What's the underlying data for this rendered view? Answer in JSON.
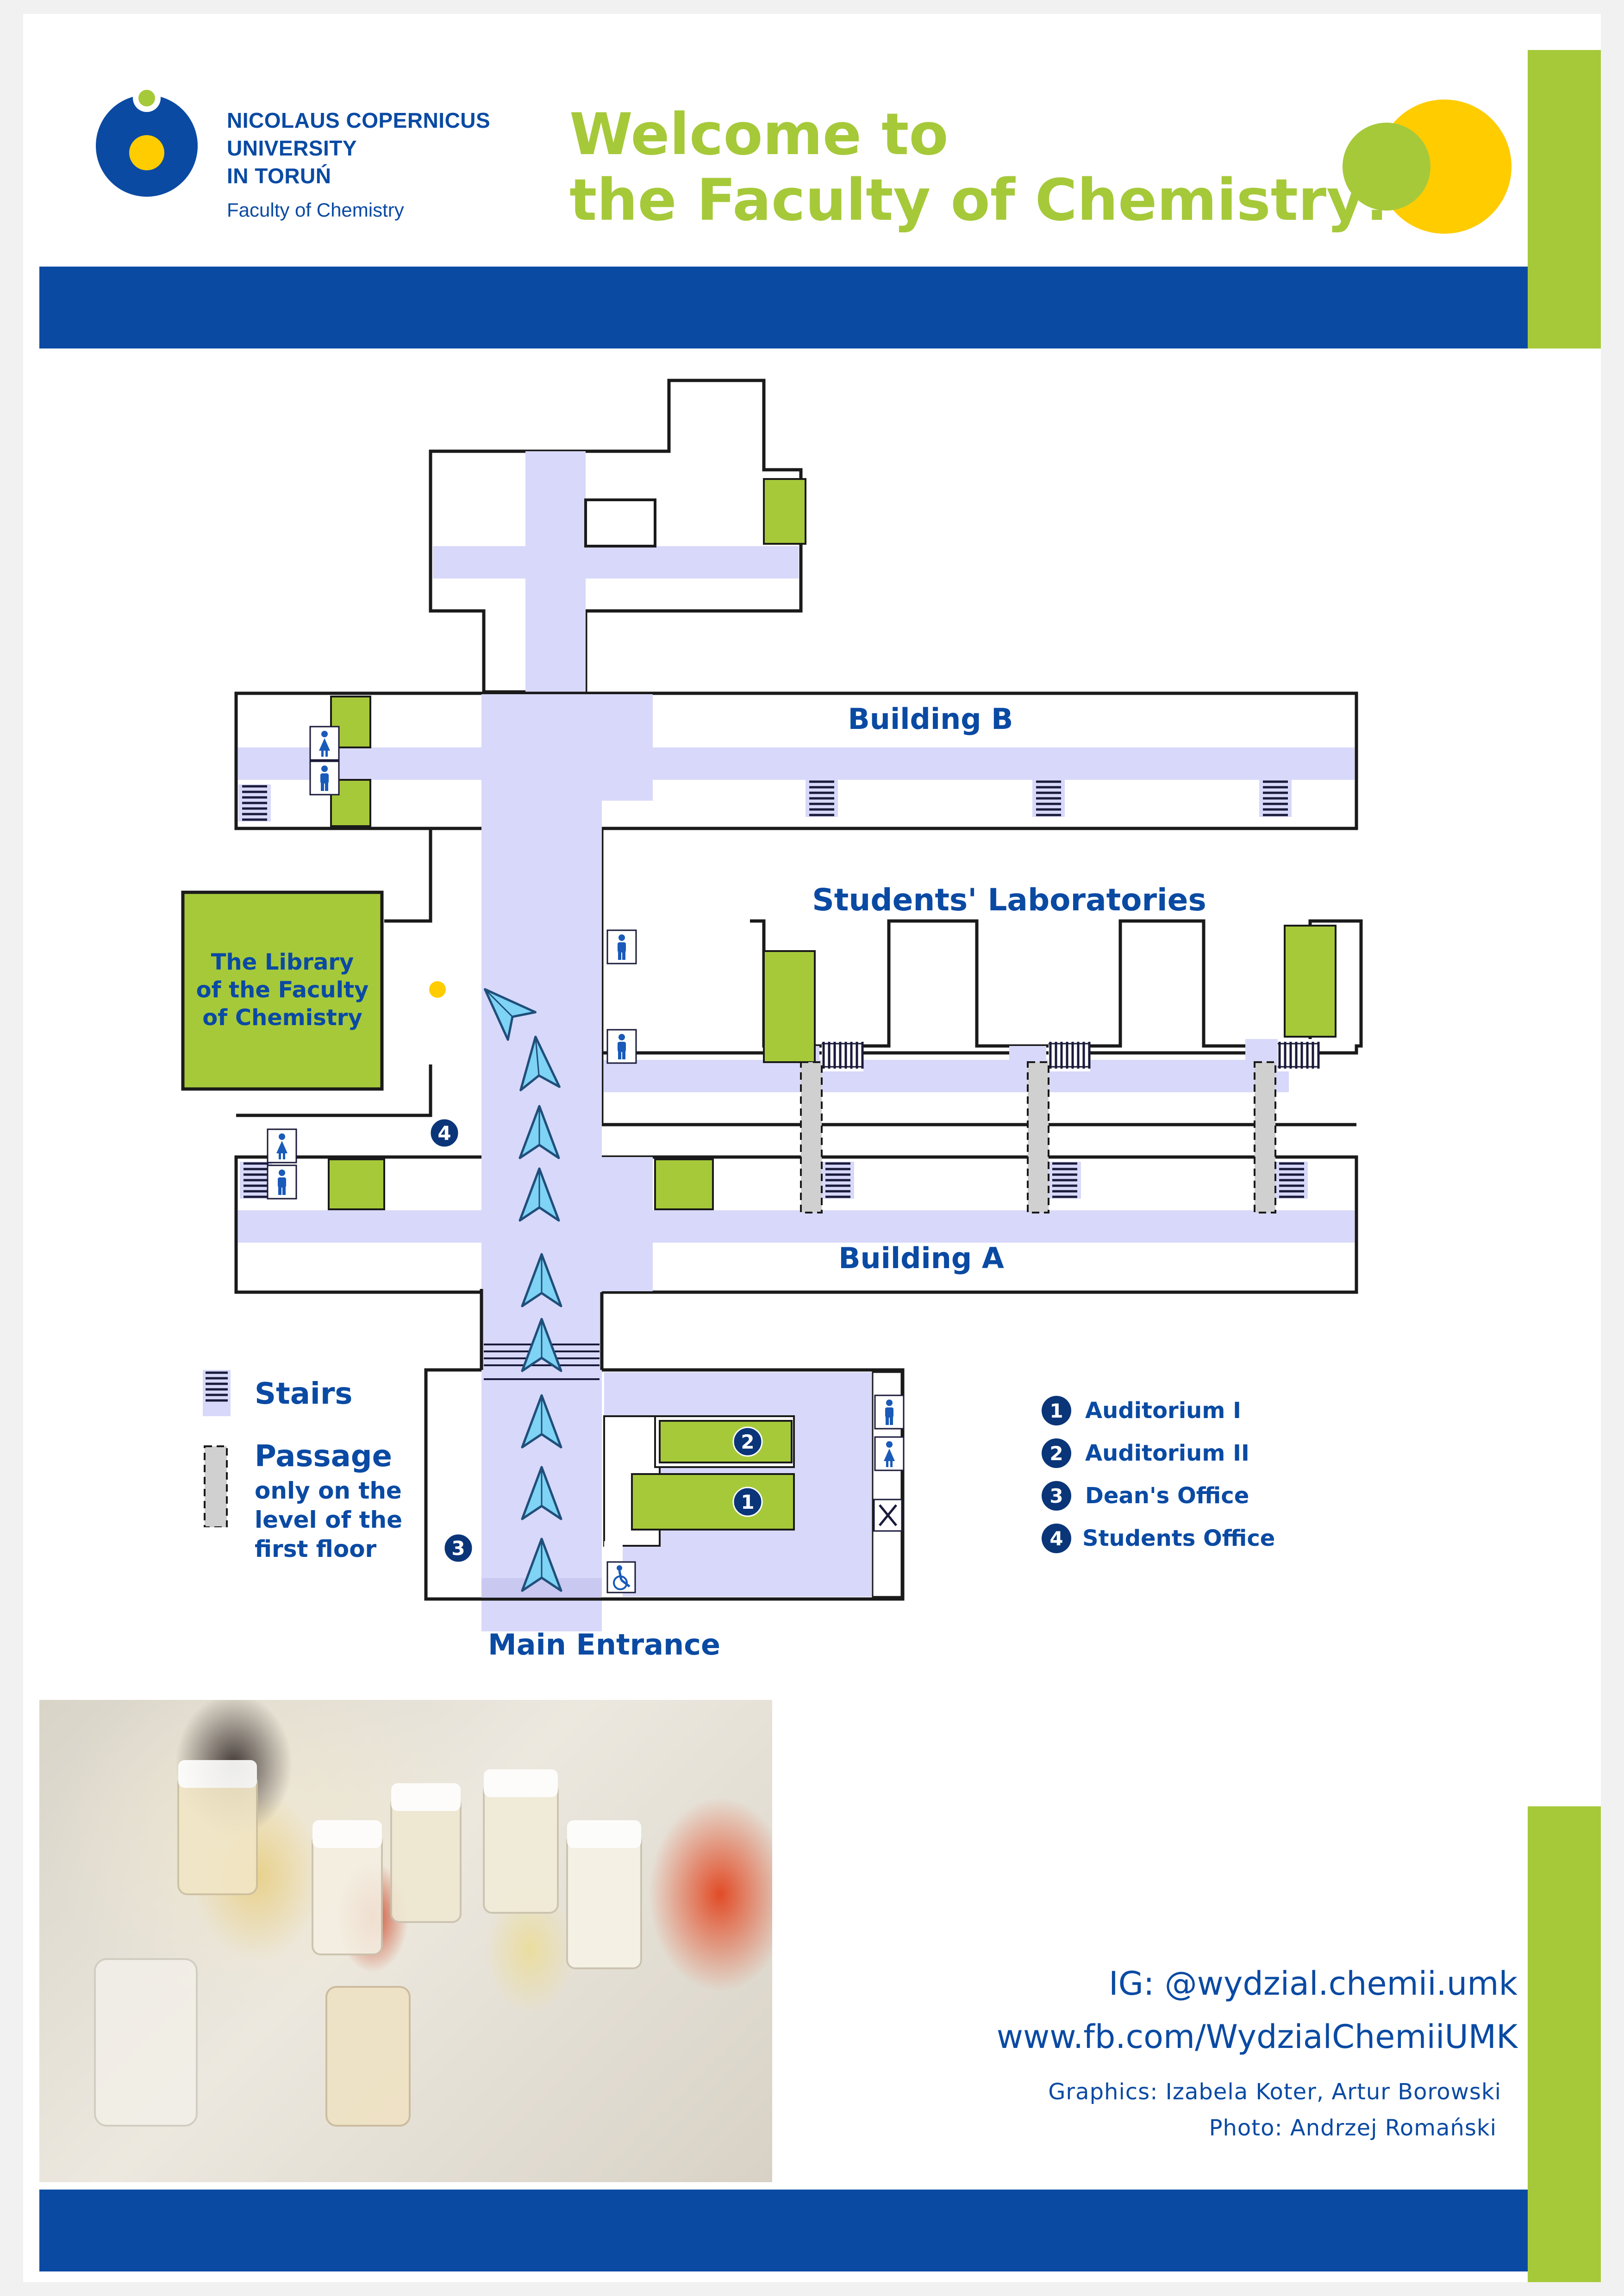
{
  "header": {
    "university_lines": [
      "NICOLAUS COPERNICUS",
      "UNIVERSITY",
      "IN TORUŃ"
    ],
    "faculty": "Faculty of Chemistry",
    "welcome_line1": "Welcome to",
    "welcome_line2": "the Faculty of Chemistry!"
  },
  "colors": {
    "brand_blue": "#0a4aa3",
    "accent_green": "#a6c93a",
    "accent_yellow": "#ffcc00",
    "corridor_lavender": "#d8d8fa",
    "arrow_blue": "#7fd3f5"
  },
  "map": {
    "building_b": "Building B",
    "building_a": "Building A",
    "students_labs": "Students' Laboratories",
    "library": [
      "The Library",
      "of the Faculty",
      "of Chemistry"
    ],
    "main_entrance": "Main Entrance",
    "room_numbers": [
      "1",
      "2",
      "3",
      "4"
    ],
    "icons": [
      "wc-male-icon",
      "wc-female-icon",
      "stairs-icon",
      "wheelchair-icon",
      "restaurant-icon",
      "direction-arrow-icon",
      "you-are-here-dot"
    ]
  },
  "legend": {
    "stairs": "Stairs",
    "passage_title": "Passage",
    "passage_note": [
      "only on the",
      "level of the",
      "first floor"
    ]
  },
  "numbered_legend": [
    {
      "num": "1",
      "label": "Auditorium I"
    },
    {
      "num": "2",
      "label": "Auditorium II"
    },
    {
      "num": "3",
      "label": "Dean's Office"
    },
    {
      "num": "4",
      "label": "Students Office"
    }
  ],
  "footer": {
    "instagram": "IG: @wydzial.chemii.umk",
    "facebook": "www.fb.com/WydzialChemiiUMK",
    "graphics": "Graphics: Izabela Koter, Artur Borowski",
    "photo": "Photo: Andrzej Romański"
  }
}
